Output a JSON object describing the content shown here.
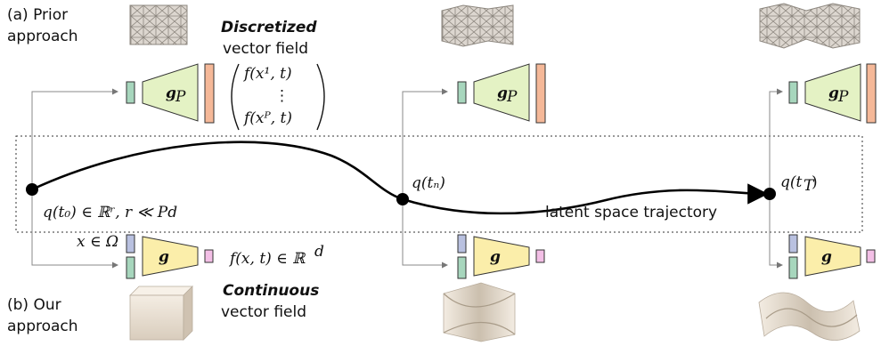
{
  "prior": {
    "label_a": "(a)  Prior",
    "label_b": "approach",
    "heading_bold": "Discretized",
    "heading_rest": "vector field",
    "decoder": "g",
    "decoder_sub": "P",
    "vec_top": "f(x¹, t)",
    "vec_dots": "⋮",
    "vec_bot": "f(xᴾ, t)"
  },
  "ours": {
    "label_a": "(b)  Our",
    "label_b": "approach",
    "heading_bold": "Continuous",
    "heading_rest": "vector field",
    "decoder": "g",
    "input_label": "x ∈ Ω",
    "output_label": "f(x, t) ∈ ℝ",
    "output_sup": "d"
  },
  "latent": {
    "q0_label": "q(t₀) ∈ ℝʳ, r ≪ Pd",
    "qn_label": "q(tₙ)",
    "qT_label": "q(t",
    "qT_sub": "T",
    "qT_end": ")",
    "trajectory_label": "latent space trajectory"
  },
  "colors": {
    "latent_box": "#a7d6bd",
    "input_box": "#b9c1e0",
    "decoder_prior": "#e4f2c4",
    "decoder_ours": "#fbeeaa",
    "output_prior": "#f5b898",
    "output_ours": "#f3bfe6",
    "mesh": "#c9c3bc",
    "solid": "#eee4d6"
  }
}
